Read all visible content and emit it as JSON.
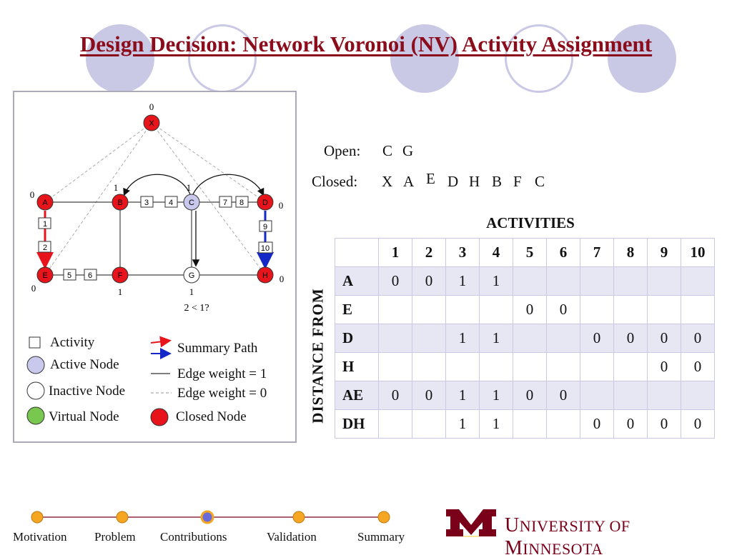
{
  "title": "Design Decision: Network Voronoi (NV) Activity Assignment",
  "graph": {
    "nodes": {
      "X": {
        "label": "X",
        "dist": "0"
      },
      "A": {
        "label": "A",
        "dist": "0"
      },
      "B": {
        "label": "B",
        "dist": "1"
      },
      "C": {
        "label": "C",
        "dist": "1"
      },
      "D": {
        "label": "D",
        "dist": "0"
      },
      "E": {
        "label": "E",
        "dist": "0"
      },
      "F": {
        "label": "F",
        "dist": "1"
      },
      "G": {
        "label": "G",
        "dist": "1"
      },
      "H": {
        "label": "H",
        "dist": "0"
      }
    },
    "activities": [
      "1",
      "2",
      "3",
      "4",
      "5",
      "6",
      "7",
      "8",
      "9",
      "10"
    ],
    "note": "2 < 1?"
  },
  "search_state": {
    "open_label": "Open:",
    "open": [
      "C",
      "G"
    ],
    "closed_label": "Closed:",
    "closed": [
      "X",
      "A",
      "E",
      "D",
      "H",
      "B",
      "F",
      "C"
    ]
  },
  "table": {
    "activities_heading": "ACTIVITIES",
    "distance_heading": "DISTANCE  FROM",
    "columns": [
      "1",
      "2",
      "3",
      "4",
      "5",
      "6",
      "7",
      "8",
      "9",
      "10"
    ],
    "rows": [
      {
        "label": "A",
        "cells": [
          "0",
          "0",
          "1",
          "1",
          "",
          "",
          "",
          "",
          "",
          ""
        ]
      },
      {
        "label": "E",
        "cells": [
          "",
          "",
          "",
          "",
          "0",
          "0",
          "",
          "",
          "",
          ""
        ]
      },
      {
        "label": "D",
        "cells": [
          "",
          "",
          "1",
          "1",
          "",
          "",
          "0",
          "0",
          "0",
          "0"
        ]
      },
      {
        "label": "H",
        "cells": [
          "",
          "",
          "",
          "",
          "",
          "",
          "",
          "",
          "0",
          "0"
        ]
      },
      {
        "label": "AE",
        "cells": [
          "0",
          "0",
          "1",
          "1",
          "0",
          "0",
          "",
          "",
          "",
          ""
        ]
      },
      {
        "label": "DH",
        "cells": [
          "",
          "",
          "1",
          "1",
          "",
          "",
          "0",
          "0",
          "0",
          "0"
        ]
      }
    ]
  },
  "legend": {
    "activity": "Activity",
    "active_node": "Active Node",
    "inactive_node": "Inactive Node",
    "virtual_node": "Virtual Node",
    "summary_path": "Summary Path",
    "edge_weight_1": "Edge weight = 1",
    "edge_weight_0": "Edge weight = 0",
    "closed_node": "Closed Node"
  },
  "colors": {
    "title": "#8b0d1c",
    "closed_node": "#e8141c",
    "active_node": "#c9c9ee",
    "virtual_node": "#78c850",
    "summary_red": "#e8141c",
    "summary_blue": "#1428c8",
    "deco_circle": "#c9c9e6",
    "nav_dot": "#f5a623",
    "umn_maroon": "#7a0019"
  },
  "footer": {
    "nav": [
      "Motivation",
      "Problem",
      "Contributions",
      "Validation",
      "Summary"
    ],
    "current_index": 2,
    "university_first": "U",
    "university_rest": "NIVERSITY OF ",
    "university_second": "M",
    "university_rest2": "INNESOTA"
  }
}
